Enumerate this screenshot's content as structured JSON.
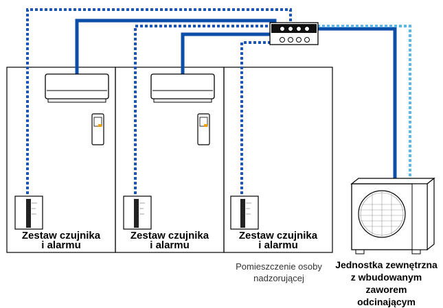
{
  "rooms": [
    {
      "label_line1": "Zestaw czujnika",
      "label_line2": "i alarmu"
    },
    {
      "label_line1": "Zestaw czujnika",
      "label_line2": "i alarmu"
    },
    {
      "label_line1": "Zestaw czujnika",
      "label_line2": "i alarmu"
    }
  ],
  "supervisor_room": {
    "line1": "Pomieszczenie osoby",
    "line2": "nadzorującej"
  },
  "outdoor_unit": {
    "line1": "Jednostka zewnętrzna",
    "line2": "z wbudowanym zaworem",
    "line3": "odcinającym"
  },
  "colors": {
    "refrigerant_pipe": "#0d4fa8",
    "signal_wire": "#1a55b8",
    "outdoor_wire": "#5bb6ea",
    "indicator": "#f2a000"
  },
  "icons": [
    "indoor-unit-icon",
    "remote-controller-icon",
    "sensor-alarm-kit-icon",
    "branch-box-icon",
    "outdoor-unit-icon"
  ]
}
